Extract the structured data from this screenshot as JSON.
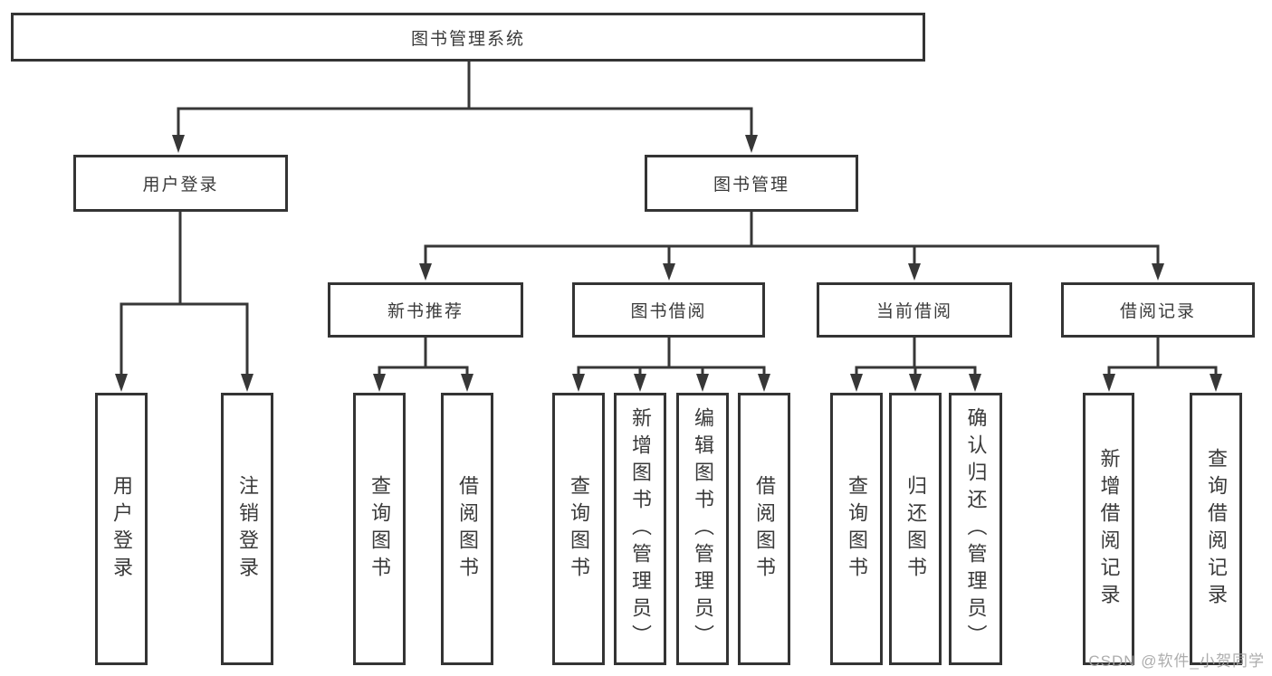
{
  "diagram_type": "hierarchy-tree",
  "colors": {
    "line": "#373737",
    "box_border": "#343434",
    "text": "#3a3a3a",
    "watermark": "#a4a4a4",
    "background": "#ffffff"
  },
  "nodes": {
    "root": {
      "label": "图书管理系统",
      "level": 1
    },
    "user_login_group": {
      "label": "用户登录",
      "level": 2,
      "parent": "root"
    },
    "book_management": {
      "label": "图书管理",
      "level": 2,
      "parent": "root"
    },
    "new_book_recommend": {
      "label": "新书推荐",
      "level": 3,
      "parent": "book_management"
    },
    "book_borrowing": {
      "label": "图书借阅",
      "level": 3,
      "parent": "book_management"
    },
    "current_borrowing": {
      "label": "当前借阅",
      "level": 3,
      "parent": "book_management"
    },
    "borrowing_records": {
      "label": "借阅记录",
      "level": 3,
      "parent": "book_management"
    },
    "leaf_login": {
      "label": "用户登录",
      "level": 4,
      "parent": "user_login_group"
    },
    "leaf_logout": {
      "label": "注销登录",
      "level": 4,
      "parent": "user_login_group"
    },
    "leaf_nb_query": {
      "label": "查询图书",
      "level": 4,
      "parent": "new_book_recommend"
    },
    "leaf_nb_borrow": {
      "label": "借阅图书",
      "level": 4,
      "parent": "new_book_recommend"
    },
    "leaf_bb_query": {
      "label": "查询图书",
      "level": 4,
      "parent": "book_borrowing"
    },
    "leaf_bb_add": {
      "label": "新增图书（管理员）",
      "level": 4,
      "parent": "book_borrowing"
    },
    "leaf_bb_edit": {
      "label": "编辑图书（管理员）",
      "level": 4,
      "parent": "book_borrowing"
    },
    "leaf_bb_borrow": {
      "label": "借阅图书",
      "level": 4,
      "parent": "book_borrowing"
    },
    "leaf_cb_query": {
      "label": "查询图书",
      "level": 4,
      "parent": "current_borrowing"
    },
    "leaf_cb_return": {
      "label": "归还图书",
      "level": 4,
      "parent": "current_borrowing"
    },
    "leaf_cb_confirm": {
      "label": "确认归还（管理员）",
      "level": 4,
      "parent": "current_borrowing"
    },
    "leaf_br_add": {
      "label": "新增借阅记录",
      "level": 4,
      "parent": "borrowing_records"
    },
    "leaf_br_query": {
      "label": "查询借阅记录",
      "level": 4,
      "parent": "borrowing_records"
    }
  },
  "watermark": {
    "text": "CSDN @软件_小贺同学"
  }
}
